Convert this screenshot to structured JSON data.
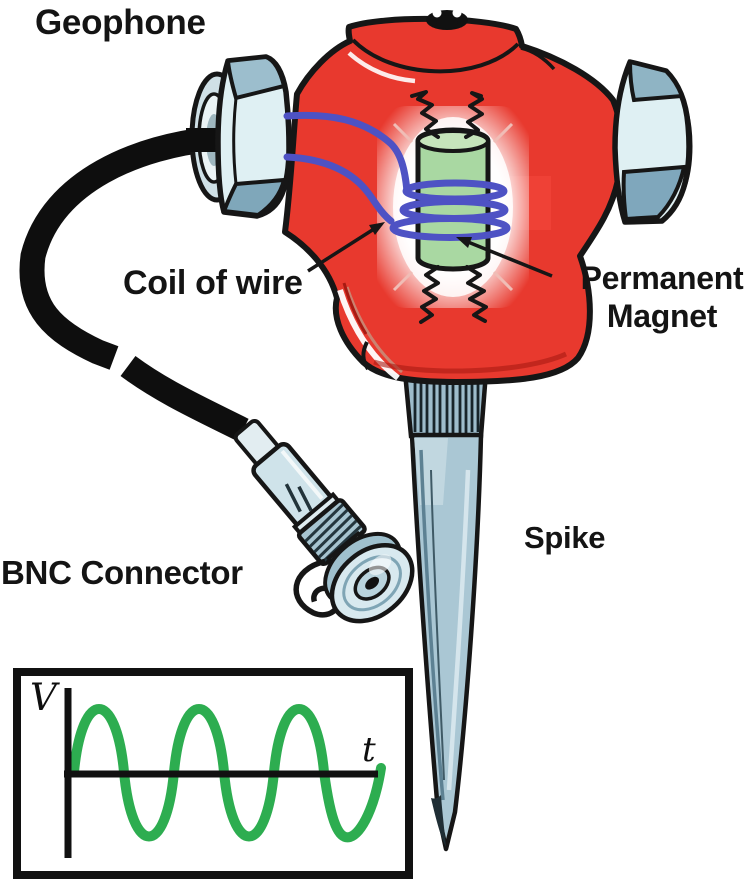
{
  "figure_labels": {
    "geophone": "Geophone",
    "coil_of_wire": "Coil of wire",
    "permanent_magnet_line1": "Permanent",
    "permanent_magnet_line2": "Magnet",
    "spike": "Spike",
    "bnc_connector": "BNC Connector"
  },
  "inset_plot": {
    "type": "line",
    "waveform": "sine",
    "y_axis_label": "V",
    "x_axis_label": "t",
    "cycles": 3.5,
    "wave_color": "#2dad50",
    "axis_color": "#111111"
  },
  "colors": {
    "body_red": "#e8392e",
    "magnet_green": "#a9d8a2",
    "coil_blue": "#4e52c4",
    "cable_black": "#0e0e0e",
    "metal_face_light": "#dff0f3",
    "metal_facet_top": "#9cbecd",
    "metal_facet_bottom": "#7fa7ba",
    "spike_steel": "#aac7d4",
    "outline_black": "#161616"
  }
}
